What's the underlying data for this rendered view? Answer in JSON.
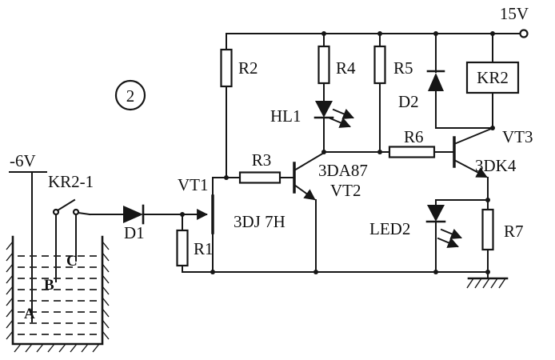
{
  "badge": "2",
  "power": {
    "vcc": "15V",
    "vee": "-6V"
  },
  "relay": {
    "contact": "KR2-1",
    "coil": "KR2"
  },
  "resistors": {
    "r1": "R1",
    "r2": "R2",
    "r3": "R3",
    "r4": "R4",
    "r5": "R5",
    "r6": "R6",
    "r7": "R7"
  },
  "diodes": {
    "d1": "D1",
    "d2": "D2"
  },
  "leds": {
    "hl1": "HL1",
    "led2": "LED2"
  },
  "transistors": {
    "vt1": {
      "ref": "VT1",
      "type": "3DJ 7H"
    },
    "vt2": {
      "ref": "VT2",
      "type": "3DA87"
    },
    "vt3": {
      "ref": "VT3",
      "type": "3DK4"
    }
  },
  "water_levels": {
    "c": "C",
    "b": "B",
    "a": "A"
  }
}
